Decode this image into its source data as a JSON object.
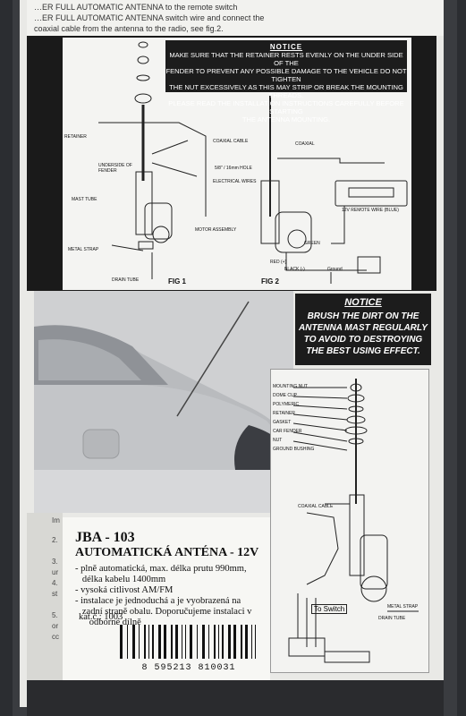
{
  "top_text": {
    "line1": "…ER FULL AUTOMATIC ANTENNA to the remote switch",
    "line2": "…ER FULL AUTOMATIC ANTENNA switch wire and connect the",
    "line3": "coaxial cable from the antenna to the radio, see fig.2."
  },
  "notice_top": {
    "title": "NOTICE",
    "lines": [
      "MAKE SURE THAT THE RETAINER RESTS EVENLY ON THE UNDER SIDE OF THE",
      "FENDER TO PREVENT ANY POSSIBLE DAMAGE TO THE VEHICLE  DO NOT TIGHTEN",
      "THE NUT EXCESSIVELY AS THIS MAY STRIP OR BREAK THE MOUNTING THREADS.",
      "PLEASE READ THE INSTALLATION INSTRUCTIONS CAREFULLY BEFORE STARTING",
      "THE ANTENNA MOUNTING."
    ]
  },
  "fig1": {
    "caption": "FIG 1",
    "labels": {
      "retainer": "RETAINER",
      "coaxial": "COAXIAL CABLE",
      "underside": "UNDERSIDE OF FENDER",
      "hole": "5/8\" / 16mm HOLE",
      "electrical": "ELECTRICAL WIRES",
      "mast": "MAST TUBE",
      "motor": "MOTOR ASSEMBLY",
      "strap": "METAL STRAP",
      "drain": "DRAIN TUBE"
    }
  },
  "fig2": {
    "caption": "FIG 2",
    "labels": {
      "coaxial": "COAXIAL",
      "remote": "12V REMOTE WIRE (BLUE)",
      "green": "GREEN",
      "red": "RED (+)",
      "black": "BLACK (-)",
      "ground": "Ground"
    }
  },
  "notice_side": {
    "title": "NOTICE",
    "lines": [
      "BRUSH THE DIRT ON THE",
      "ANTENNA MAST REGULARLY",
      "TO AVOID TO DESTROYING",
      "THE BEST USING EFFECT."
    ]
  },
  "product_label": {
    "code": "JBA - 103",
    "name": "AUTOMATICKÁ ANTÉNA - 12V",
    "desc": [
      "- plně automatická,  max. délka prutu 990mm,",
      "   délka kabelu 1400mm",
      "- vysoká citlivost  AM/FM",
      "- instalace je jednoduchá a je vyobrazená na",
      "   zadní straně obalu. Doporučujeme instalaci v",
      "      odborné dílně"
    ],
    "katc": "kat.č.:  1003",
    "barcode": "8 595213 810031"
  },
  "diagram2": {
    "switch_label": "To Switch",
    "labels": {
      "a": "MOUNTING NUT",
      "b": "DOME CUP",
      "c": "POLYMERIC",
      "d": "RETAINER",
      "e": "GASKET",
      "f": "CAR FENDER",
      "g": "NUT",
      "h": "GROUND BUSHING",
      "i": "COAXIAL CABLE",
      "j": "DRAIN TUBE",
      "k": "METAL STRAP"
    }
  },
  "left_strip": [
    "Im",
    "2.",
    "3.",
    "ur",
    "4.",
    "st",
    "5.",
    "or",
    "cc"
  ]
}
